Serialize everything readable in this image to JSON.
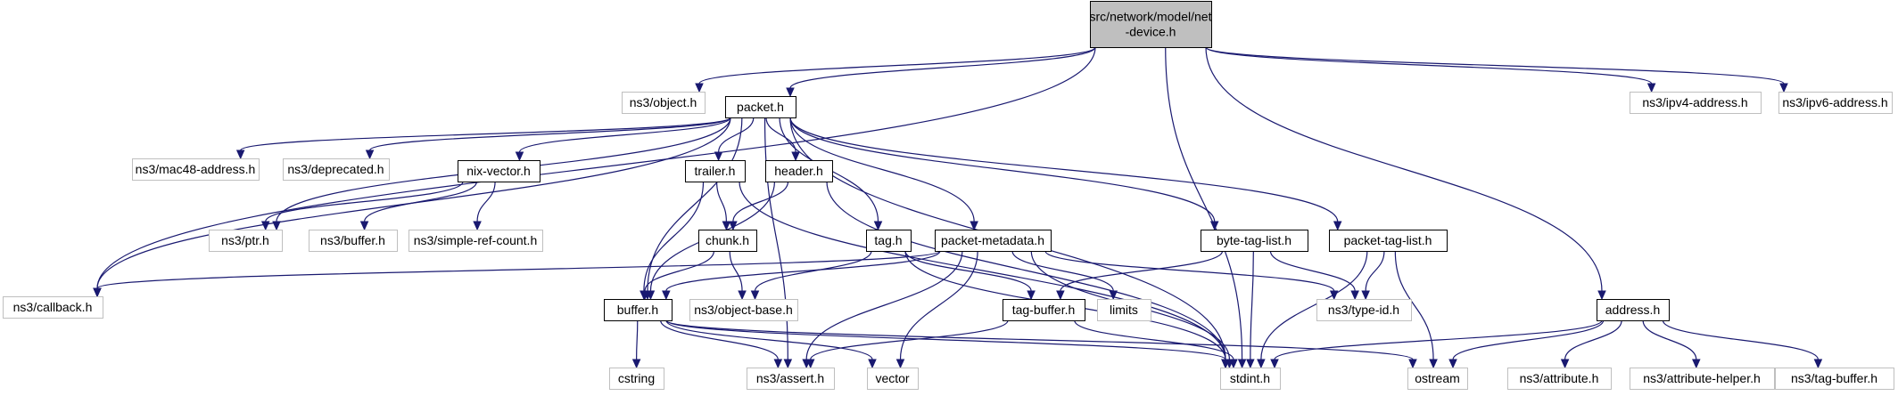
{
  "colors": {
    "edge": "#191970",
    "root_fill": "#bfbfbf",
    "root_border": "#000000",
    "documented_fill": "#ffffff",
    "documented_border": "#000000",
    "external_fill": "#ffffff",
    "external_border": "#bfbfbf"
  },
  "diagram": {
    "nodes": [
      {
        "id": "root",
        "label": "src/network/model/net\n-device.h",
        "kind": "root"
      },
      {
        "id": "object",
        "label": "ns3/object.h",
        "kind": "external"
      },
      {
        "id": "packet",
        "label": "packet.h",
        "kind": "documented"
      },
      {
        "id": "ipv4",
        "label": "ns3/ipv4-address.h",
        "kind": "external"
      },
      {
        "id": "ipv6",
        "label": "ns3/ipv6-address.h",
        "kind": "external"
      },
      {
        "id": "mac48",
        "label": "ns3/mac48-address.h",
        "kind": "external"
      },
      {
        "id": "deprecated",
        "label": "ns3/deprecated.h",
        "kind": "external"
      },
      {
        "id": "nixvector",
        "label": "nix-vector.h",
        "kind": "documented"
      },
      {
        "id": "trailer",
        "label": "trailer.h",
        "kind": "documented"
      },
      {
        "id": "header",
        "label": "header.h",
        "kind": "documented"
      },
      {
        "id": "ptr",
        "label": "ns3/ptr.h",
        "kind": "external"
      },
      {
        "id": "nsbuffer",
        "label": "ns3/buffer.h",
        "kind": "external"
      },
      {
        "id": "simpleref",
        "label": "ns3/simple-ref-count.h",
        "kind": "external"
      },
      {
        "id": "chunk",
        "label": "chunk.h",
        "kind": "documented"
      },
      {
        "id": "tag",
        "label": "tag.h",
        "kind": "documented"
      },
      {
        "id": "packetmetadata",
        "label": "packet-metadata.h",
        "kind": "documented"
      },
      {
        "id": "bytetaglist",
        "label": "byte-tag-list.h",
        "kind": "documented"
      },
      {
        "id": "packettaglist",
        "label": "packet-tag-list.h",
        "kind": "documented"
      },
      {
        "id": "callback",
        "label": "ns3/callback.h",
        "kind": "external"
      },
      {
        "id": "buffer",
        "label": "buffer.h",
        "kind": "documented"
      },
      {
        "id": "objectbase",
        "label": "ns3/object-base.h",
        "kind": "external"
      },
      {
        "id": "tagbuffer",
        "label": "tag-buffer.h",
        "kind": "documented"
      },
      {
        "id": "limits",
        "label": "limits",
        "kind": "external"
      },
      {
        "id": "typeid",
        "label": "ns3/type-id.h",
        "kind": "external"
      },
      {
        "id": "address",
        "label": "address.h",
        "kind": "documented"
      },
      {
        "id": "cstring",
        "label": "cstring",
        "kind": "external"
      },
      {
        "id": "assert",
        "label": "ns3/assert.h",
        "kind": "external"
      },
      {
        "id": "vector",
        "label": "vector",
        "kind": "external"
      },
      {
        "id": "stdint",
        "label": "stdint.h",
        "kind": "external"
      },
      {
        "id": "ostream",
        "label": "ostream",
        "kind": "external"
      },
      {
        "id": "attribute",
        "label": "ns3/attribute.h",
        "kind": "external"
      },
      {
        "id": "attrhelper",
        "label": "ns3/attribute-helper.h",
        "kind": "external"
      },
      {
        "id": "nstagbuffer",
        "label": "ns3/tag-buffer.h",
        "kind": "external"
      }
    ],
    "edges": [
      [
        "root",
        "object"
      ],
      [
        "root",
        "packet"
      ],
      [
        "root",
        "ipv4"
      ],
      [
        "root",
        "ipv6"
      ],
      [
        "root",
        "callback"
      ],
      [
        "root",
        "address"
      ],
      [
        "root",
        "stdint"
      ],
      [
        "packet",
        "mac48"
      ],
      [
        "packet",
        "deprecated"
      ],
      [
        "packet",
        "nixvector"
      ],
      [
        "packet",
        "trailer"
      ],
      [
        "packet",
        "header"
      ],
      [
        "packet",
        "tag"
      ],
      [
        "packet",
        "packetmetadata"
      ],
      [
        "packet",
        "bytetaglist"
      ],
      [
        "packet",
        "packettaglist"
      ],
      [
        "packet",
        "ptr"
      ],
      [
        "packet",
        "callback"
      ],
      [
        "packet",
        "buffer"
      ],
      [
        "packet",
        "assert"
      ],
      [
        "packet",
        "stdint"
      ],
      [
        "nixvector",
        "ptr"
      ],
      [
        "nixvector",
        "nsbuffer"
      ],
      [
        "nixvector",
        "simpleref"
      ],
      [
        "trailer",
        "chunk"
      ],
      [
        "trailer",
        "buffer"
      ],
      [
        "trailer",
        "stdint"
      ],
      [
        "header",
        "chunk"
      ],
      [
        "header",
        "buffer"
      ],
      [
        "header",
        "stdint"
      ],
      [
        "chunk",
        "buffer"
      ],
      [
        "chunk",
        "objectbase"
      ],
      [
        "tag",
        "objectbase"
      ],
      [
        "tag",
        "tagbuffer"
      ],
      [
        "tag",
        "stdint"
      ],
      [
        "packetmetadata",
        "callback"
      ],
      [
        "packetmetadata",
        "buffer"
      ],
      [
        "packetmetadata",
        "assert"
      ],
      [
        "packetmetadata",
        "vector"
      ],
      [
        "packetmetadata",
        "stdint"
      ],
      [
        "packetmetadata",
        "limits"
      ],
      [
        "packetmetadata",
        "typeid"
      ],
      [
        "bytetaglist",
        "tagbuffer"
      ],
      [
        "bytetaglist",
        "typeid"
      ],
      [
        "bytetaglist",
        "stdint"
      ],
      [
        "packettaglist",
        "typeid"
      ],
      [
        "packettaglist",
        "stdint"
      ],
      [
        "packettaglist",
        "ostream"
      ],
      [
        "buffer",
        "cstring"
      ],
      [
        "buffer",
        "assert"
      ],
      [
        "buffer",
        "vector"
      ],
      [
        "buffer",
        "stdint"
      ],
      [
        "buffer",
        "ostream"
      ],
      [
        "tagbuffer",
        "assert"
      ],
      [
        "tagbuffer",
        "stdint"
      ],
      [
        "address",
        "stdint"
      ],
      [
        "address",
        "ostream"
      ],
      [
        "address",
        "attribute"
      ],
      [
        "address",
        "attrhelper"
      ],
      [
        "address",
        "nstagbuffer"
      ]
    ]
  }
}
